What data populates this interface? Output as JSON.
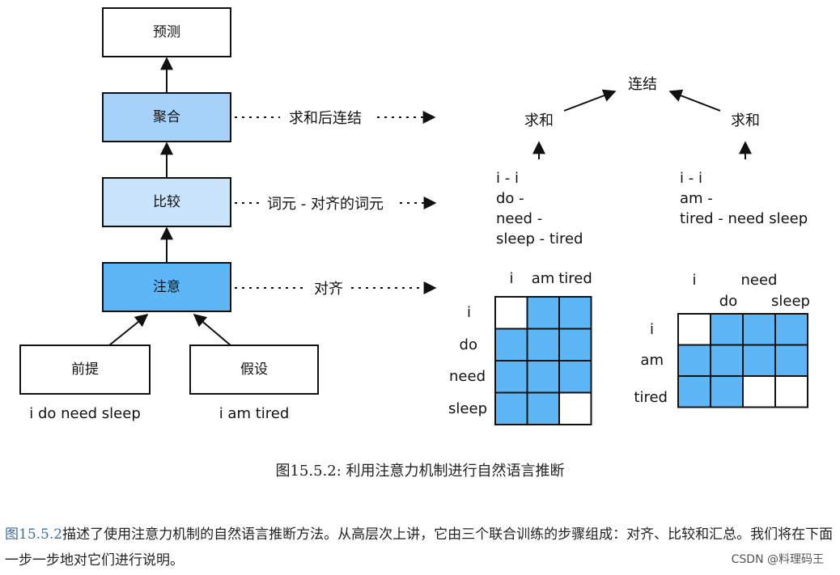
{
  "diagram": {
    "boxes": {
      "predict": "预测",
      "aggregate": "聚合",
      "compare": "比较",
      "attend": "注意",
      "premise": "前提",
      "hypothesis": "假设"
    },
    "inputs": {
      "premise_sentence": "i do need sleep",
      "hypothesis_sentence": "i am tired"
    },
    "edge_labels": {
      "aggregate": "求和后连结",
      "compare": "词元 - 对齐的词元",
      "attend": "对齐"
    },
    "right": {
      "concat": "连结",
      "sum_left": "求和",
      "sum_right": "求和",
      "left_pairs": [
        "i - i",
        "do -",
        "need -",
        "sleep - tired"
      ],
      "right_pairs": [
        "i - i",
        "am -",
        "tired - need sleep"
      ]
    },
    "matrix_left": {
      "col_labels": [
        "i",
        "am",
        "tired"
      ],
      "row_labels": [
        "i",
        "do",
        "need",
        "sleep"
      ],
      "cells": [
        [
          0,
          1,
          1
        ],
        [
          1,
          1,
          1
        ],
        [
          1,
          1,
          1
        ],
        [
          1,
          1,
          0
        ]
      ]
    },
    "matrix_right": {
      "col_labels_top": [
        "i",
        "need"
      ],
      "col_labels_bottom": [
        "do",
        "sleep"
      ],
      "row_labels": [
        "i",
        "am",
        "tired"
      ],
      "cells": [
        [
          0,
          1,
          1,
          1
        ],
        [
          1,
          1,
          1,
          1
        ],
        [
          1,
          1,
          0,
          0
        ]
      ]
    },
    "colors": {
      "light": "#c9e3fb",
      "mid": "#a6d1f8",
      "dark": "#5db6f5",
      "cell": "#5db6f5"
    }
  },
  "caption": "图15.5.2: 利用注意力机制进行自然语言推断",
  "paragraph": {
    "ref": "图15.5.2",
    "text": "描述了使用注意力机制的自然语言推断方法。从高层次上讲，它由三个联合训练的步骤组成：对齐、比较和汇总。我们将在下面一步一步地对它们进行说明。"
  },
  "watermark": "CSDN @料理码王"
}
